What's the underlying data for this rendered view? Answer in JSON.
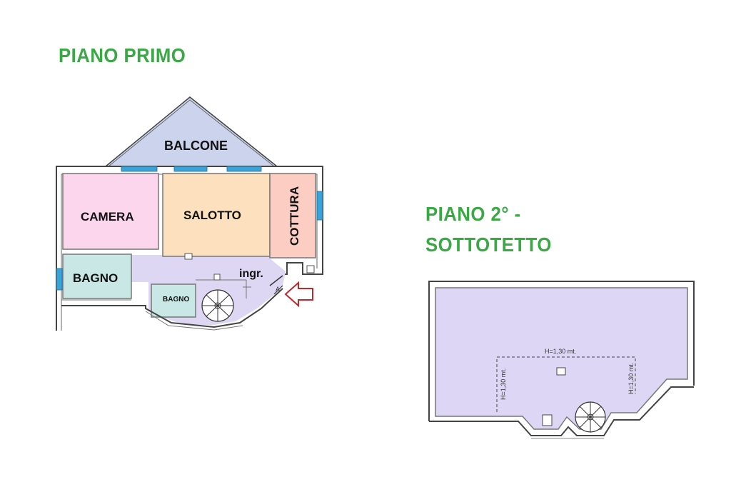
{
  "floor1": {
    "title": "PIANO PRIMO",
    "rooms": {
      "balcone": "BALCONE",
      "camera": "CAMERA",
      "salotto": "SALOTTO",
      "cottura": "COTTURA",
      "bagno_large": "BAGNO",
      "bagno_small": "BAGNO",
      "ingresso": "ingr."
    }
  },
  "floor2": {
    "title_line1": "PIANO 2° -",
    "title_line2": "SOTTOTETTO",
    "height_top": "H=1,30 mt.",
    "height_left": "H=1,30 mt.",
    "height_right": "H=1,30 mt."
  },
  "colors": {
    "title": "#3aa845",
    "balcone": "#ccd3ec",
    "camera": "#fbd6ec",
    "salotto": "#fde0bd",
    "cottura": "#fbcdc3",
    "bagno": "#c9e8e5",
    "corridor": "#ddd7f3",
    "attic": "#ddd7f5",
    "window": "#3aa3d8",
    "entry_arrow": "#c0282b"
  }
}
